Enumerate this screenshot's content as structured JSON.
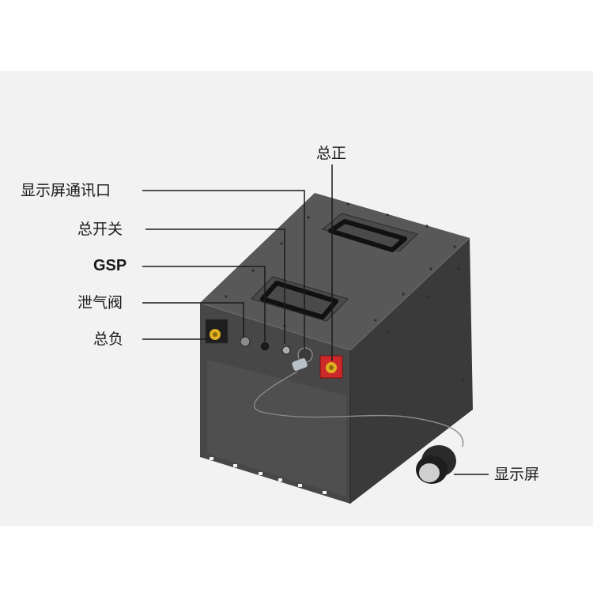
{
  "labels": {
    "total_positive": "总正",
    "display_comm_port": "显示屏通讯口",
    "main_switch": "总开关",
    "gsp": "GSP",
    "vent_valve": "泄气阀",
    "total_negative": "总负",
    "display_screen": "显示屏"
  },
  "colors": {
    "background_panel": "#f2f2f2",
    "box_front": "#4a4a4a",
    "box_top": "#5a5a5a",
    "box_side": "#3c3c3c",
    "leader_line": "#1a1a1a",
    "negative_terminal": "#e0b020",
    "positive_terminal": "#cc2a2a"
  },
  "icons": [
    "handle-icon",
    "terminal-icon",
    "switch-icon",
    "vent-valve-icon",
    "connector-icon",
    "display-screen-icon"
  ]
}
